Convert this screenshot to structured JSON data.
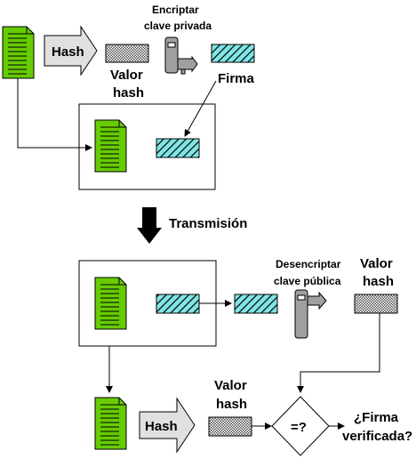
{
  "labels": {
    "hash_arrow_top": "Hash",
    "hash_arrow_bottom": "Hash",
    "encrypt_line1": "Encriptar",
    "encrypt_line2": "clave privada",
    "valor_hash_top_1": "Valor",
    "valor_hash_top_2": "hash",
    "firma": "Firma",
    "transmision": "Transmisión",
    "decrypt_line1": "Desencriptar",
    "decrypt_line2": "clave pública",
    "valor_hash_right_1": "Valor",
    "valor_hash_right_2": "hash",
    "valor_hash_bottom_1": "Valor",
    "valor_hash_bottom_2": "hash",
    "compare": "=?",
    "verified_line1": "¿Firma",
    "verified_line2": "verificada?"
  },
  "colors": {
    "document_fill": "#66cc00",
    "signature_fill": "#7fe5e5",
    "hash_fill": "#b8b8b8",
    "key_fill": "#a0a0a0",
    "arrow_fill": "#e0e0e0",
    "transmission_arrow": "#000000"
  },
  "icons": {
    "document": "document-icon",
    "key": "key-icon"
  }
}
